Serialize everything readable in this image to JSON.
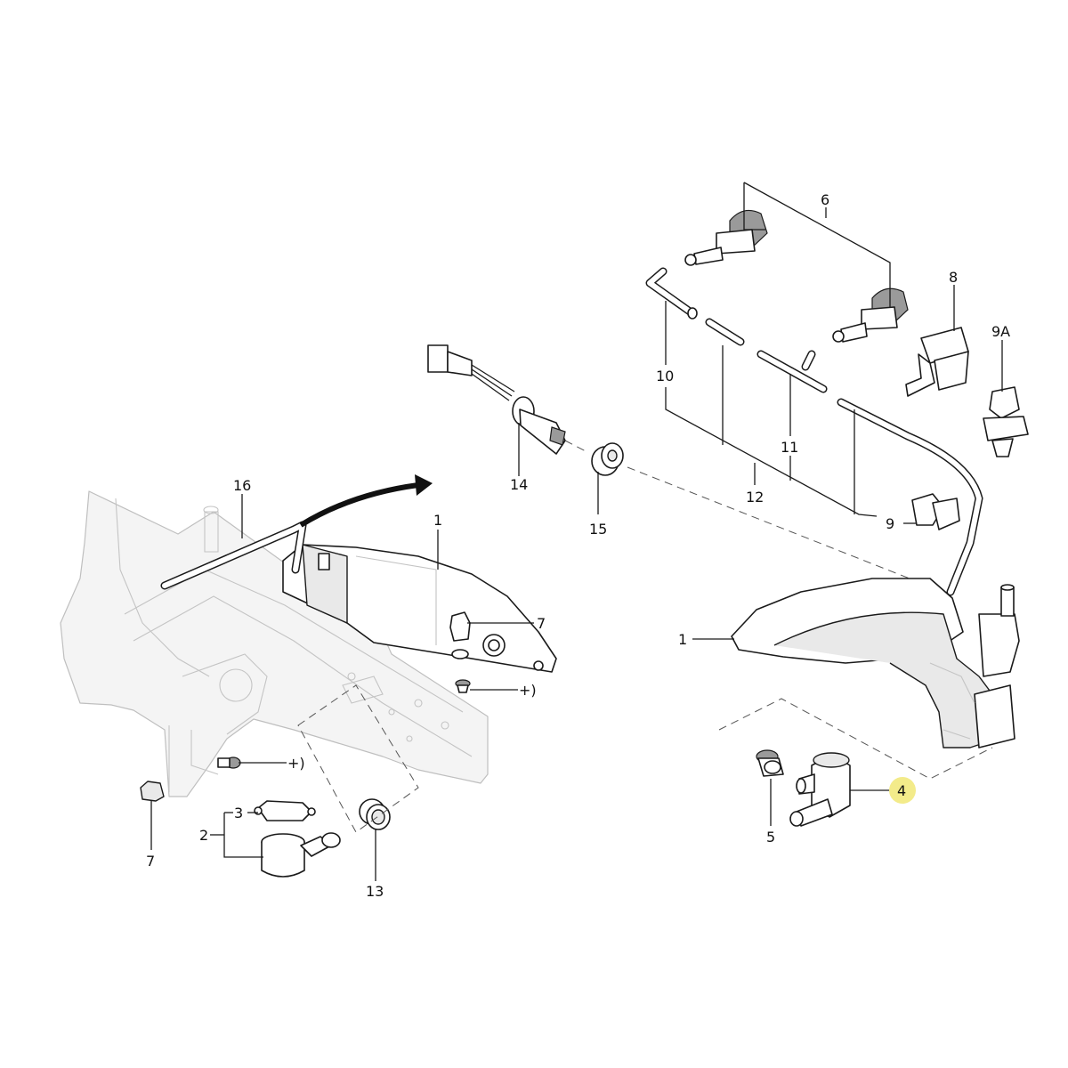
{
  "diagram": {
    "labels": {
      "l1_left": "1",
      "l1_right": "1",
      "l2": "2",
      "l3": "3",
      "l4": "4",
      "l5": "5",
      "l6": "6",
      "l7_upper": "7",
      "l7_lower": "7",
      "l8": "8",
      "l9": "9",
      "l9a": "9A",
      "l10": "10",
      "l11": "11",
      "l12": "12",
      "l13": "13",
      "l14": "14",
      "l15": "15",
      "l16": "16",
      "screw_upper": "+)",
      "screw_lower": "+)"
    },
    "highlight_color": "#f3eb8a"
  }
}
